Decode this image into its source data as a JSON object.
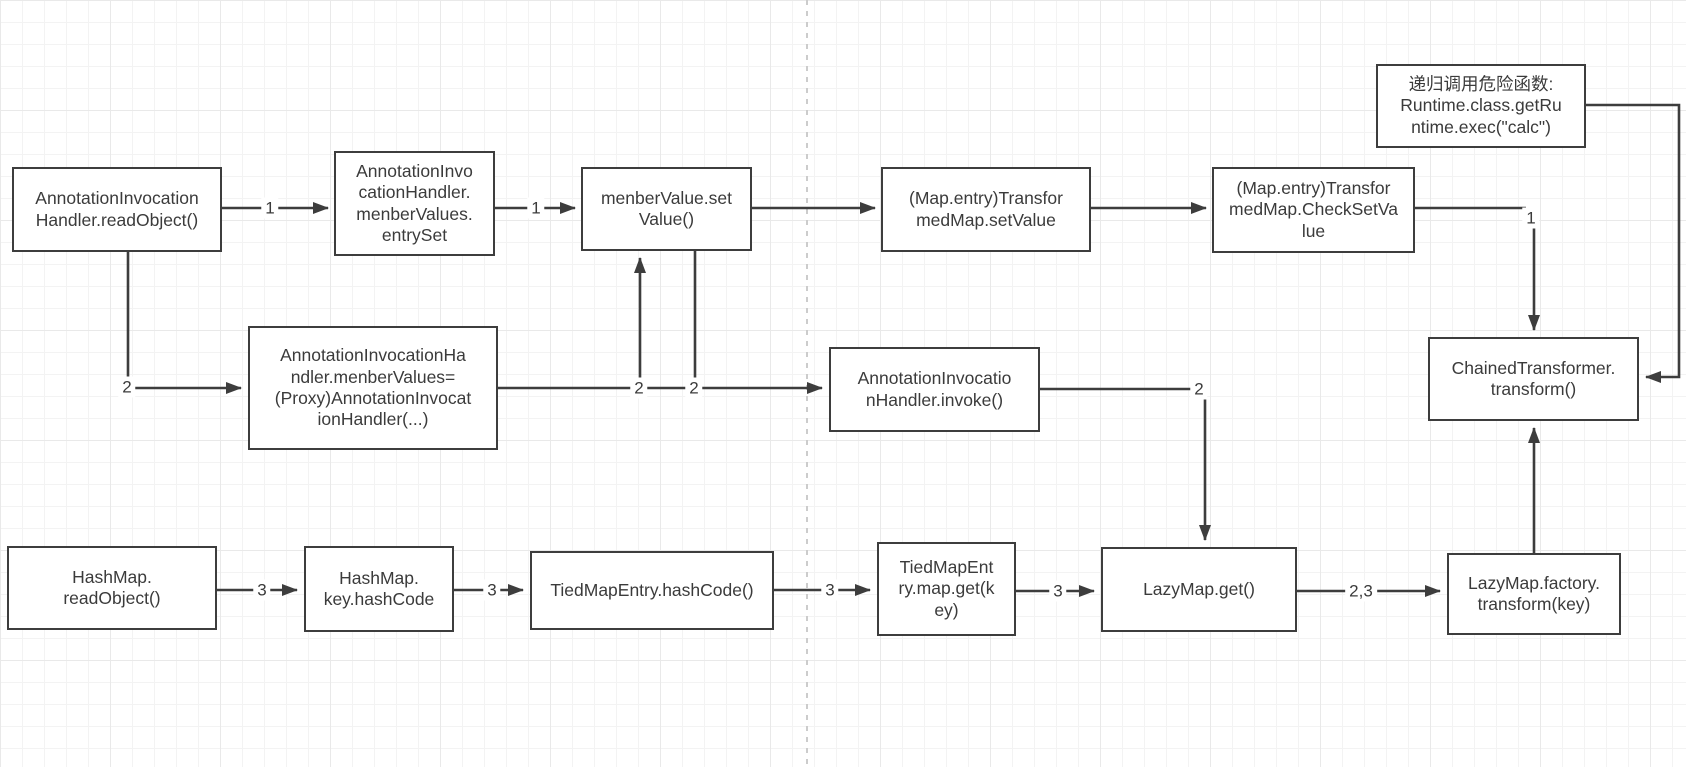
{
  "diagram": {
    "nodes": {
      "readobject": {
        "label": "AnnotationInvocation\nHandler.readObject()"
      },
      "entryset": {
        "label": "AnnotationInvo\ncationHandler.\nmenberValues.\nentrySet"
      },
      "setvalue": {
        "label": "menberValue.set\nValue()"
      },
      "tm_setvalue": {
        "label": "(Map.entry)Transfor\nmedMap.setValue"
      },
      "checksetvalue": {
        "label": "(Map.entry)Transfor\nmedMap.CheckSetVa\nlue"
      },
      "danger": {
        "label": "递归调用危险函数:\nRuntime.class.getRu\nntime.exec(\"calc\")"
      },
      "chained": {
        "label": "ChainedTransformer.\ntransform()"
      },
      "proxy": {
        "label": "AnnotationInvocationHa\nndler.menberValues=\n(Proxy)AnnotationInvocat\nionHandler(...)"
      },
      "invoke": {
        "label": "AnnotationInvocatio\nnHandler.invoke()"
      },
      "hm_readobject": {
        "label": "HashMap.\nreadObject()"
      },
      "hm_hashcode": {
        "label": "HashMap.\nkey.hashCode"
      },
      "tme_hashcode": {
        "label": "TiedMapEntry.hashCode()"
      },
      "tme_get": {
        "label": "TiedMapEnt\nry.map.get(k\ney)"
      },
      "lm_get": {
        "label": "LazyMap.get()"
      },
      "lm_factory": {
        "label": "LazyMap.factory.\ntransform(key)"
      }
    },
    "edge_labels": [
      {
        "id": "chain1-readobject-to-entryset",
        "text": "1"
      },
      {
        "id": "chain1-entryset-to-setvalue",
        "text": "1"
      },
      {
        "id": "chain1-checksetvalue-to-chained",
        "text": "1"
      },
      {
        "id": "chain2-readobject-to-proxy",
        "text": "2"
      },
      {
        "id": "chain2-proxy-to-setvalue",
        "text": "2"
      },
      {
        "id": "chain2-setvalue-to-invoke",
        "text": "2"
      },
      {
        "id": "chain2-invoke-to-lazymapget",
        "text": "2"
      },
      {
        "id": "chain3-hashmap-to-hashcode",
        "text": "3"
      },
      {
        "id": "chain3-hashcode-to-tiedhashcode",
        "text": "3"
      },
      {
        "id": "chain3-tiedhashcode-to-tiedget",
        "text": "3"
      },
      {
        "id": "chain3-tiedget-to-lazymapget",
        "text": "3"
      },
      {
        "id": "chain23-lazymapget-to-factory",
        "text": "2,3"
      }
    ],
    "colors": {
      "node_border": "#3d3d3d",
      "node_fill": "#ffffff",
      "text": "#3b3b3b",
      "connector": "#3d3d3d",
      "grid_minor": "#f3f3f3",
      "grid_major": "#e9e9e9",
      "divider_dashed": "#cccccc"
    }
  }
}
